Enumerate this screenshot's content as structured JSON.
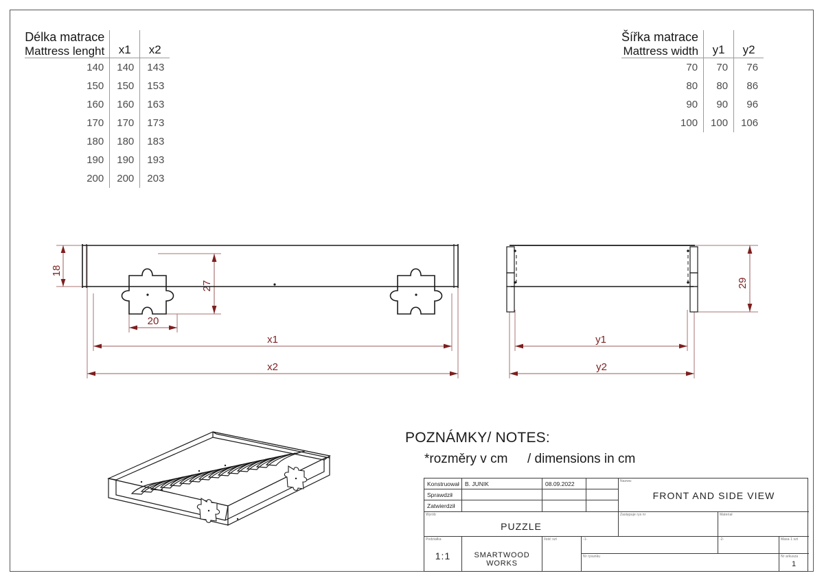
{
  "document": {
    "type": "technical-drawing",
    "units_note": "dimensions in cm"
  },
  "length_table": {
    "title_cz": "Délka matrace",
    "title_en": "Mattress lenght",
    "columns": [
      "x1",
      "x2"
    ],
    "rows": [
      {
        "mattress": "140",
        "x1": "140",
        "x2": "143"
      },
      {
        "mattress": "150",
        "x1": "150",
        "x2": "153"
      },
      {
        "mattress": "160",
        "x1": "160",
        "x2": "163"
      },
      {
        "mattress": "170",
        "x1": "170",
        "x2": "173"
      },
      {
        "mattress": "180",
        "x1": "180",
        "x2": "183"
      },
      {
        "mattress": "190",
        "x1": "190",
        "x2": "193"
      },
      {
        "mattress": "200",
        "x1": "200",
        "x2": "203"
      }
    ]
  },
  "width_table": {
    "title_cz": "Šířka matrace",
    "title_en": "Mattress width",
    "columns": [
      "y1",
      "y2"
    ],
    "rows": [
      {
        "mattress": "70",
        "y1": "70",
        "y2": "76"
      },
      {
        "mattress": "80",
        "y1": "80",
        "y2": "86"
      },
      {
        "mattress": "90",
        "y1": "90",
        "y2": "96"
      },
      {
        "mattress": "100",
        "y1": "100",
        "y2": "106"
      }
    ]
  },
  "front_view": {
    "dimensions": {
      "height_18": "18",
      "puzzle_height_27": "27",
      "puzzle_width_20": "20",
      "overall_inner": "x1",
      "overall_outer": "x2"
    }
  },
  "side_view": {
    "dimensions": {
      "height_29": "29",
      "overall_inner": "y1",
      "overall_outer": "y2"
    }
  },
  "notes": {
    "heading_cz": "POZNÁMKY/",
    "heading_en": "NOTES:",
    "body_cz": "*rozměry v cm",
    "body_sep": "/",
    "body_en": "dimensions in cm"
  },
  "title_block": {
    "row_labels": {
      "designed": "Konstruował",
      "checked": "Sprawdził",
      "approved": "Zatwierdził"
    },
    "designer_name": "B. JUNIK",
    "date": "08.09.2022",
    "checked_name": "",
    "checked_date": "",
    "approved_name": "",
    "approved_date": "",
    "product_label": "Wyrób",
    "product_name": "PUZZLE",
    "name_label": "Nazwa:",
    "drawing_title": "FRONT AND SIDE VIEW",
    "replaces_label": "Zastępuje rys nr",
    "replaces_value": "",
    "material_label": "Materiał",
    "material_value": "",
    "scale_label": "Podziałka",
    "scale_value": "1:1",
    "company": "SMARTWOOD WORKS",
    "qty_label": "Ilość szt",
    "qty_value": "",
    "col_a_label": "-1-",
    "col_b_label": "-2-",
    "mass_label": "Masa 1 szt",
    "mass_value": "",
    "drawing_no_label": "Nr rysunku",
    "drawing_no_value": "",
    "sheet_label": "Nr arkusza",
    "sheet_value": "1"
  },
  "iso_view": {
    "caption": ""
  },
  "colors": {
    "dimension_line": "#9b5b5b",
    "dimension_text": "#7c2222",
    "outline": "#1a1a1a",
    "table_rule": "#9a9a9a"
  }
}
